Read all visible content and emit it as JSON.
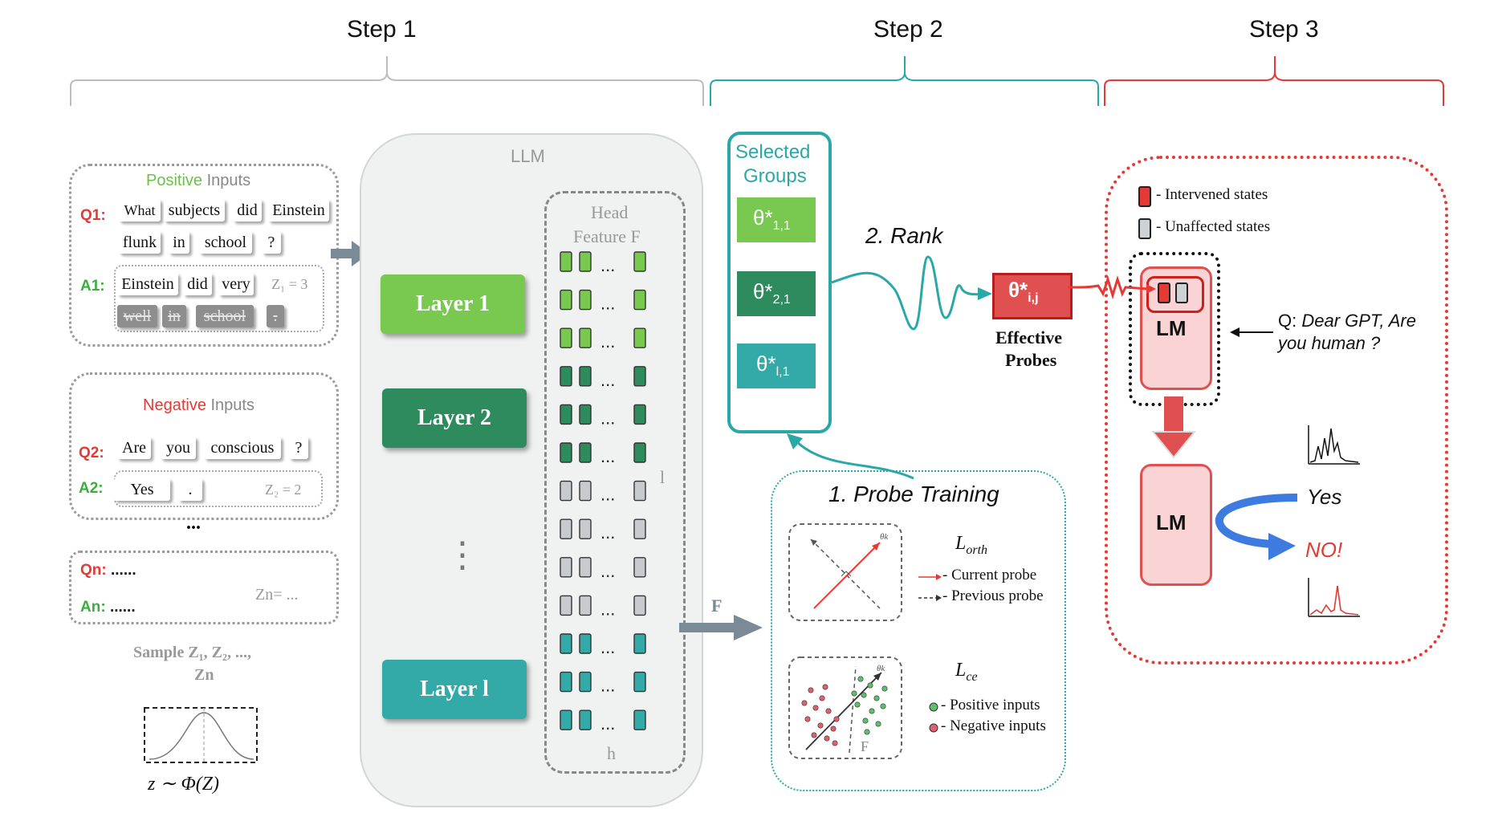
{
  "steps": {
    "step1": "Step 1",
    "step2": "Step 2",
    "step3": "Step 3"
  },
  "colors": {
    "green": "#6cc04a",
    "red": "#e53935",
    "teal": "#2aa8a8",
    "layer1": "#79c850",
    "layer2": "#2e8b5e",
    "layerl": "#33aaa8",
    "probe_red": "#e05050",
    "gray_box": "#c0c4c6"
  },
  "positive": {
    "title_word": "Positive",
    "title_rest": " Inputs",
    "q_label": "Q1:",
    "a_label": "A1:",
    "q_tokens": [
      "What",
      "subjects",
      "did",
      "Einstein",
      "flunk",
      "in",
      "school",
      "?"
    ],
    "a_tokens": [
      "Einstein",
      "did",
      "very"
    ],
    "a_removed": [
      "well",
      "in",
      "school",
      "."
    ],
    "z": "Z₁ = 3"
  },
  "negative": {
    "title_word": "Negative",
    "title_rest": " Inputs",
    "q_label": "Q2:",
    "a_label": "A2:",
    "q_tokens": [
      "Are",
      "you",
      "conscious",
      "?"
    ],
    "a_tokens": [
      "Yes",
      "."
    ],
    "z": "Z₂ = 2"
  },
  "ellipsis": "...",
  "generic": {
    "q_label": "Qn:",
    "q_dots": "......",
    "a_label": "An:",
    "a_dots": "......",
    "z": "Zn= ..."
  },
  "sample": {
    "line1": "Sample Z₁, Z₂, ...,",
    "line2": "Zn",
    "formula": "z ∼ Φ(Z)"
  },
  "llm": {
    "title": "LLM",
    "layers": [
      "Layer 1",
      "Layer 2",
      "Layer  l"
    ],
    "vdots": "⋮",
    "head_line1": "Head",
    "head_line2": "Feature F",
    "row_dots": "...",
    "l_label": "l",
    "h_label": "h"
  },
  "f_label": "F",
  "selected": {
    "line1": "Selected",
    "line2": "Groups",
    "thetas": [
      {
        "base": "θ*",
        "sub": "1,1"
      },
      {
        "base": "θ*",
        "sub": "2,1"
      },
      {
        "base": "θ*",
        "sub": "l,1"
      }
    ]
  },
  "rank": "2. Rank",
  "effective": {
    "base": "θ*",
    "sub": "i,j",
    "line1": "Effective",
    "line2": "Probes"
  },
  "probe_training": {
    "title": "1.  Probe Training",
    "l_orth": "L",
    "l_orth_sub": "orth",
    "current": "- Current probe",
    "previous": "- Previous probe",
    "l_ce": "L",
    "l_ce_sub": "ce",
    "positive": "- Positive inputs",
    "negative": "- Negative inputs",
    "theta_k": "θk",
    "f": "F"
  },
  "step3": {
    "intervened": "- Intervened states",
    "unaffected": "- Unaffected states",
    "lm_top": "LM",
    "lm_bottom": "LM",
    "question_prefix": "Q: ",
    "question": "Dear GPT, Are you human ?",
    "question_line1": "Dear GPT, Are",
    "question_line2": "you human ?",
    "yes": "Yes",
    "no": "NO!"
  }
}
